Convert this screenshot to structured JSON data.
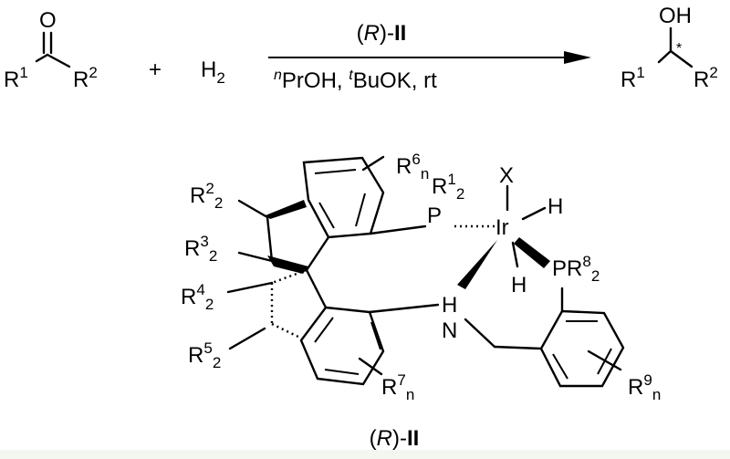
{
  "reaction": {
    "reactant": {
      "name": "ketone",
      "atom_O": "O",
      "R1": "R",
      "R1_sup": "1",
      "R2": "R",
      "R2_sup": "2"
    },
    "plus": "+",
    "hydrogen": {
      "label": "H",
      "sub": "2"
    },
    "arrow": {
      "above": {
        "open": "(",
        "italic": "R",
        "close": ")-",
        "bold": "II"
      },
      "below": {
        "n_sup": "n",
        "propanol": "PrOH, ",
        "t_sup": "t",
        "base": "BuOK, rt"
      }
    },
    "product": {
      "name": "chiral-alcohol",
      "OH": "OH",
      "stereo_star": "*",
      "R1": "R",
      "R1_sup": "1",
      "R2": "R",
      "R2_sup": "2"
    }
  },
  "catalyst": {
    "metal": "Ir",
    "X": "X",
    "H_top": "H",
    "H_bottom": "H",
    "P_left": "P",
    "R1_label": "R",
    "R1_sup": "1",
    "R1_sub": "2",
    "PR8": "PR",
    "R8_sup": "8",
    "R8_sub": "2",
    "NH_H": "H",
    "NH_N": "N",
    "R2": {
      "base": "R",
      "sup": "2",
      "sub": "2"
    },
    "R3": {
      "base": "R",
      "sup": "3",
      "sub": "2"
    },
    "R4": {
      "base": "R",
      "sup": "4",
      "sub": "2"
    },
    "R5": {
      "base": "R",
      "sup": "5",
      "sub": "2"
    },
    "R6": {
      "base": "R",
      "sup": "6",
      "sub": "n"
    },
    "R7": {
      "base": "R",
      "sup": "7",
      "sub": "n"
    },
    "R9": {
      "base": "R",
      "sup": "9",
      "sub": "n"
    },
    "caption": {
      "open": "(",
      "italic": "R",
      "close": ")-",
      "bold": "II"
    }
  }
}
